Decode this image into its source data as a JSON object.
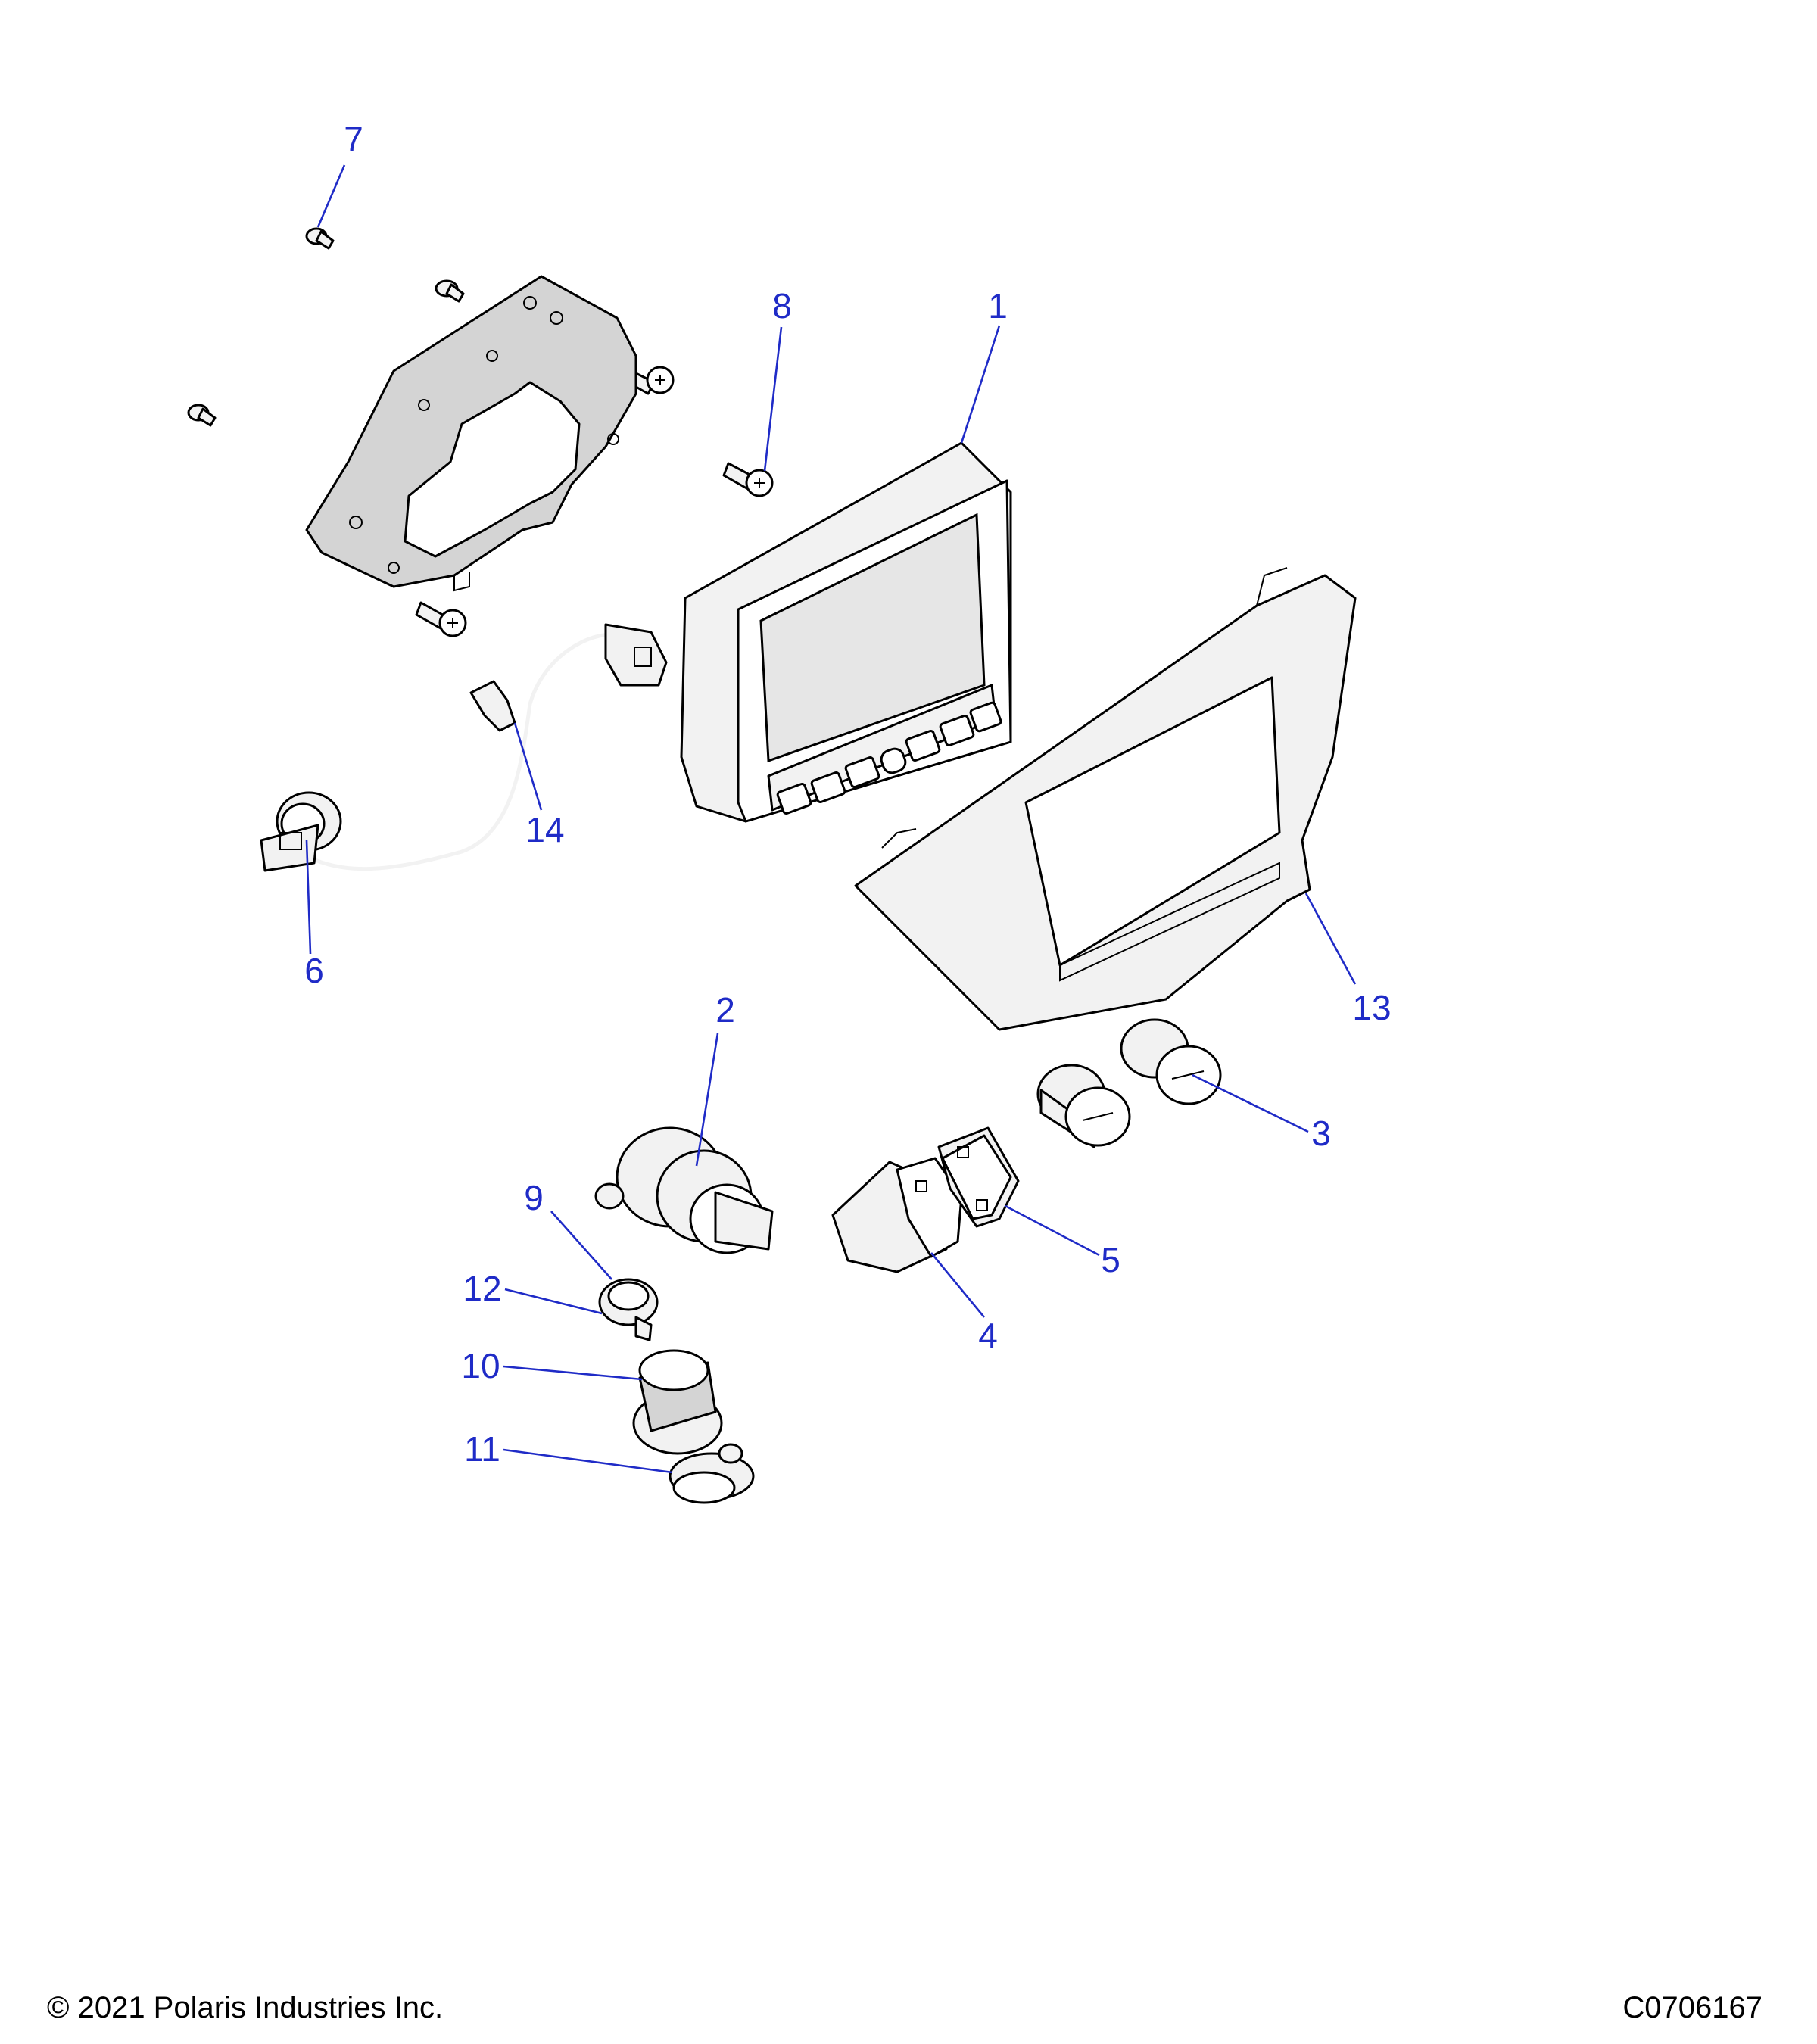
{
  "callouts": [
    {
      "label": "1"
    },
    {
      "label": "2"
    },
    {
      "label": "3"
    },
    {
      "label": "4"
    },
    {
      "label": "5"
    },
    {
      "label": "6"
    },
    {
      "label": "7"
    },
    {
      "label": "8"
    },
    {
      "label": "9"
    },
    {
      "label": "10"
    },
    {
      "label": "11"
    },
    {
      "label": "12"
    },
    {
      "label": "13"
    },
    {
      "label": "14"
    }
  ],
  "footer": {
    "copyright": "© 2021 Polaris Industries Inc.",
    "drawing_number": "C0706167"
  },
  "colors": {
    "callout": "#1f2bc7",
    "line_art": "#000000",
    "background": "#ffffff"
  }
}
